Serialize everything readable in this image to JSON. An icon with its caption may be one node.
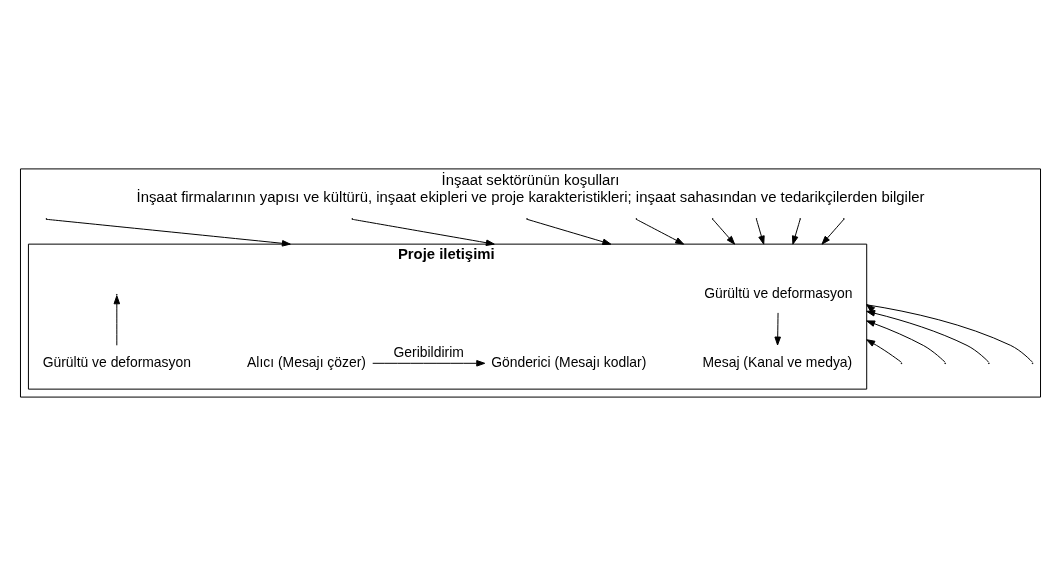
{
  "diagram": {
    "nodes": [
      {
        "text": [
          "İnşaat sektörünün koşulları",
          "İnşaat firmalarının yapısı ve kültürü, inşaat ekipleri ve proje karakteristikleri; inşaat sahasından ve tedarikçilerden bilgiler"
        ]
      },
      {
        "text": [
          "Proje iletişimi"
        ],
        "in": 0
      },
      {
        "text": [
          "Gürültü ve deformasyon"
        ],
        "in": 1
      },
      {
        "text": [
          "Gönderici (Mesajı kodlar)"
        ],
        "in": 1
      },
      {
        "text": [
          "Mesaj (Kanal ve medya)"
        ],
        "in": 1
      },
      {
        "text": [
          "Alıcı (Mesajı çözer)"
        ],
        "in": 1
      },
      {
        "text": [
          "Gürültü ve deformasyon"
        ],
        "in": 1
      }
    ],
    "edges": [
      {
        "from": 2,
        "to": 4,
        "arrow": "to"
      },
      {
        "from": 5,
        "to": 3,
        "arrow": "to",
        "label": "Geribildirim"
      },
      {
        "from": 6,
        "to": null,
        "arrow": "to"
      },
      {
        "from": null,
        "to": 1,
        "arrow": "to"
      },
      {
        "from": null,
        "to": 1,
        "arrow": "to"
      },
      {
        "from": null,
        "to": 1,
        "arrow": "to"
      },
      {
        "from": null,
        "to": 1,
        "arrow": "to"
      },
      {
        "from": null,
        "to": 1,
        "arrow": "to"
      },
      {
        "from": null,
        "to": 1,
        "arrow": "to"
      },
      {
        "from": null,
        "to": 1,
        "arrow": "to"
      },
      {
        "from": null,
        "to": 1,
        "arrow": "to"
      },
      {
        "from": null,
        "to": 1,
        "arrow": "to"
      },
      {
        "from": null,
        "to": 1,
        "arrow": "to"
      },
      {
        "from": null,
        "to": 1,
        "arrow": "to"
      },
      {
        "from": null,
        "to": 1,
        "arrow": "to"
      }
    ]
  }
}
